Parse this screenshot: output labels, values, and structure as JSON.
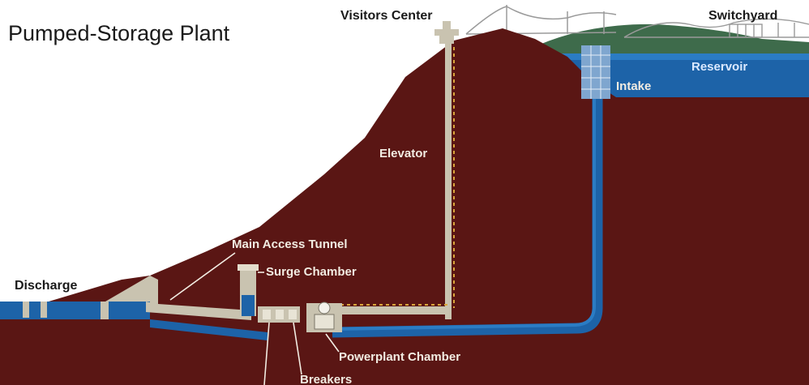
{
  "title": "Pumped-Storage Plant",
  "labels": {
    "visitors_center": "Visitors Center",
    "switchyard": "Switchyard",
    "reservoir": "Reservoir",
    "intake": "Intake",
    "elevator": "Elevator",
    "main_access_tunnel": "Main Access Tunnel",
    "surge_chamber": "Surge Chamber",
    "discharge": "Discharge",
    "powerplant_chamber": "Powerplant Chamber",
    "breakers": "Breakers"
  },
  "colors": {
    "earth": "#5a1614",
    "water": "#1d63a8",
    "water_light": "#2b7cc4",
    "concrete": "#c9c3b0",
    "hill_green": "#3e6b4b",
    "label_dark": "#1a1a1a",
    "label_light": "#f2ece2",
    "label_water": "#dbe9ff"
  },
  "icons": {
    "bridge": "suspension-bridge-icon",
    "switchyard": "switchyard-towers-icon"
  }
}
